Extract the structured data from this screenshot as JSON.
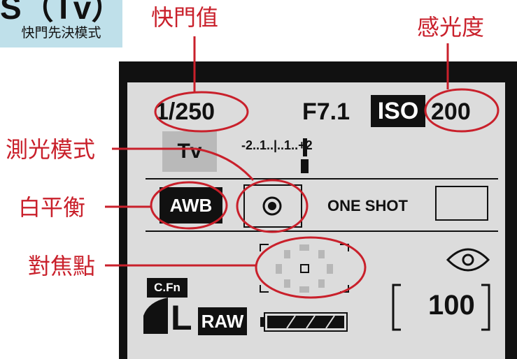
{
  "mode_badge": {
    "title": "S（Tv）",
    "subtitle": "快門先決模式"
  },
  "callouts": {
    "shutter_value": "快門值",
    "iso_sensitivity": "感光度",
    "metering_mode": "測光模式",
    "white_balance": "白平衡",
    "af_point": "對焦點"
  },
  "lcd": {
    "shutter_speed": "1/250",
    "aperture": "F7.1",
    "iso_label": "ISO",
    "iso_value": "200",
    "mode": "Tv",
    "exposure_scale": "-2..1..|..1..+2",
    "white_balance": "AWB",
    "af_mode": "ONE SHOT",
    "custom_function": "C.Fn",
    "quality_size": "L",
    "quality_raw": "RAW",
    "shots_remaining": "100"
  },
  "colors": {
    "callout_red": "#c9202b",
    "badge_blue": "#bfe0ea",
    "lcd_bg": "#dcdcdc",
    "lcd_frame": "#111111"
  }
}
